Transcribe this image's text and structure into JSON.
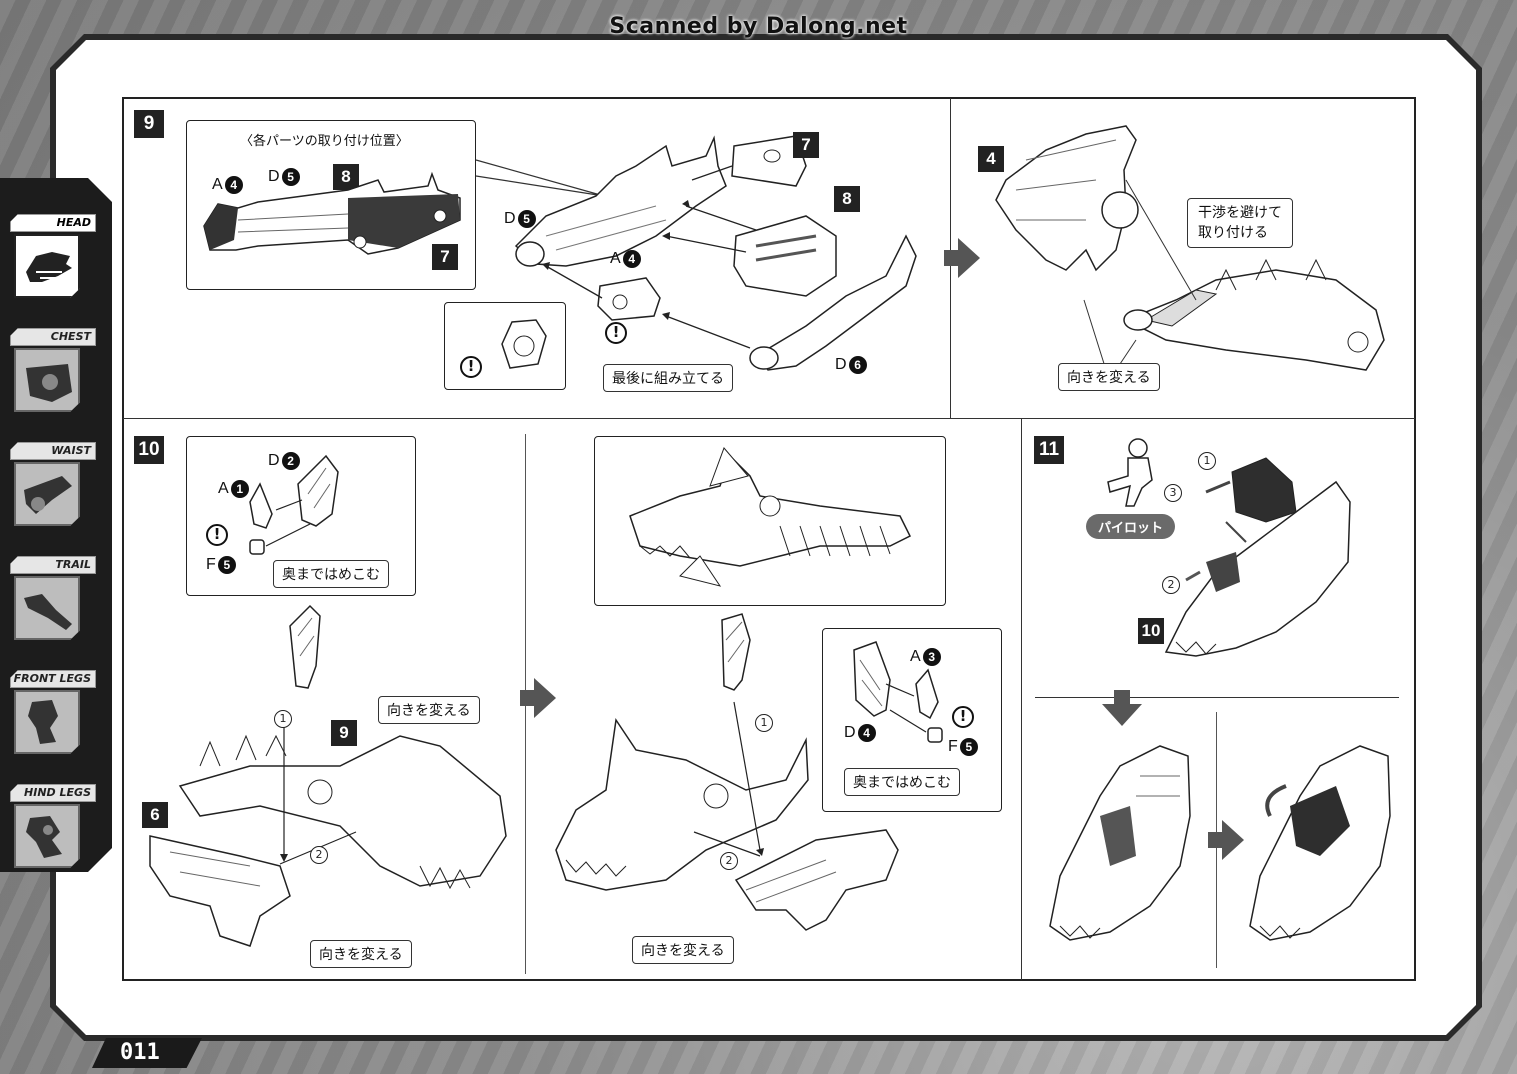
{
  "watermark": "Scanned by Dalong.net",
  "page_number": "011",
  "sidebar": {
    "tabs": [
      {
        "label": "HEAD",
        "active": true
      },
      {
        "label": "CHEST",
        "active": false
      },
      {
        "label": "WAIST",
        "active": false
      },
      {
        "label": "TRAIL",
        "active": false
      },
      {
        "label": "FRONT LEGS",
        "active": false
      },
      {
        "label": "HIND LEGS",
        "active": false
      }
    ]
  },
  "step9": {
    "number": "9",
    "inset_title": "〈各パーツの取り付け位置〉",
    "inset_labels": {
      "a": "A",
      "a_num": "4",
      "d": "D",
      "d_num": "5",
      "p8": "8",
      "p7": "7"
    },
    "parts": {
      "p7": "7",
      "p8": "8",
      "d5": "D",
      "d5_num": "5",
      "a4": "A",
      "a4_num": "4",
      "d6": "D",
      "d6_num": "6"
    },
    "callout_last": "最後に組み立てる",
    "warn": "!"
  },
  "step9b": {
    "part4": "4",
    "callout_avoid_line1": "干渉を避けて",
    "callout_avoid_line2": "取り付ける",
    "callout_turn": "向きを変える"
  },
  "step10": {
    "number": "10",
    "inset_labels": {
      "d": "D",
      "d_num": "2",
      "a": "A",
      "a_num": "1",
      "f": "F",
      "f_num": "5"
    },
    "callout_push": "奥まではめこむ",
    "ref9": "9",
    "ref6": "6",
    "callout_turn_top": "向きを変える",
    "callout_turn_bottom": "向きを変える",
    "circle1": "1",
    "circle2": "2"
  },
  "step10b": {
    "inset_labels": {
      "a": "A",
      "a_num": "3",
      "d": "D",
      "d_num": "4",
      "f": "F",
      "f_num": "5"
    },
    "callout_push": "奥まではめこむ",
    "callout_turn": "向きを変える",
    "circle1": "1",
    "circle2": "2"
  },
  "step11": {
    "number": "11",
    "pilot": "パイロット",
    "ref10": "10",
    "circle1": "1",
    "circle2": "2",
    "circle3": "3"
  }
}
